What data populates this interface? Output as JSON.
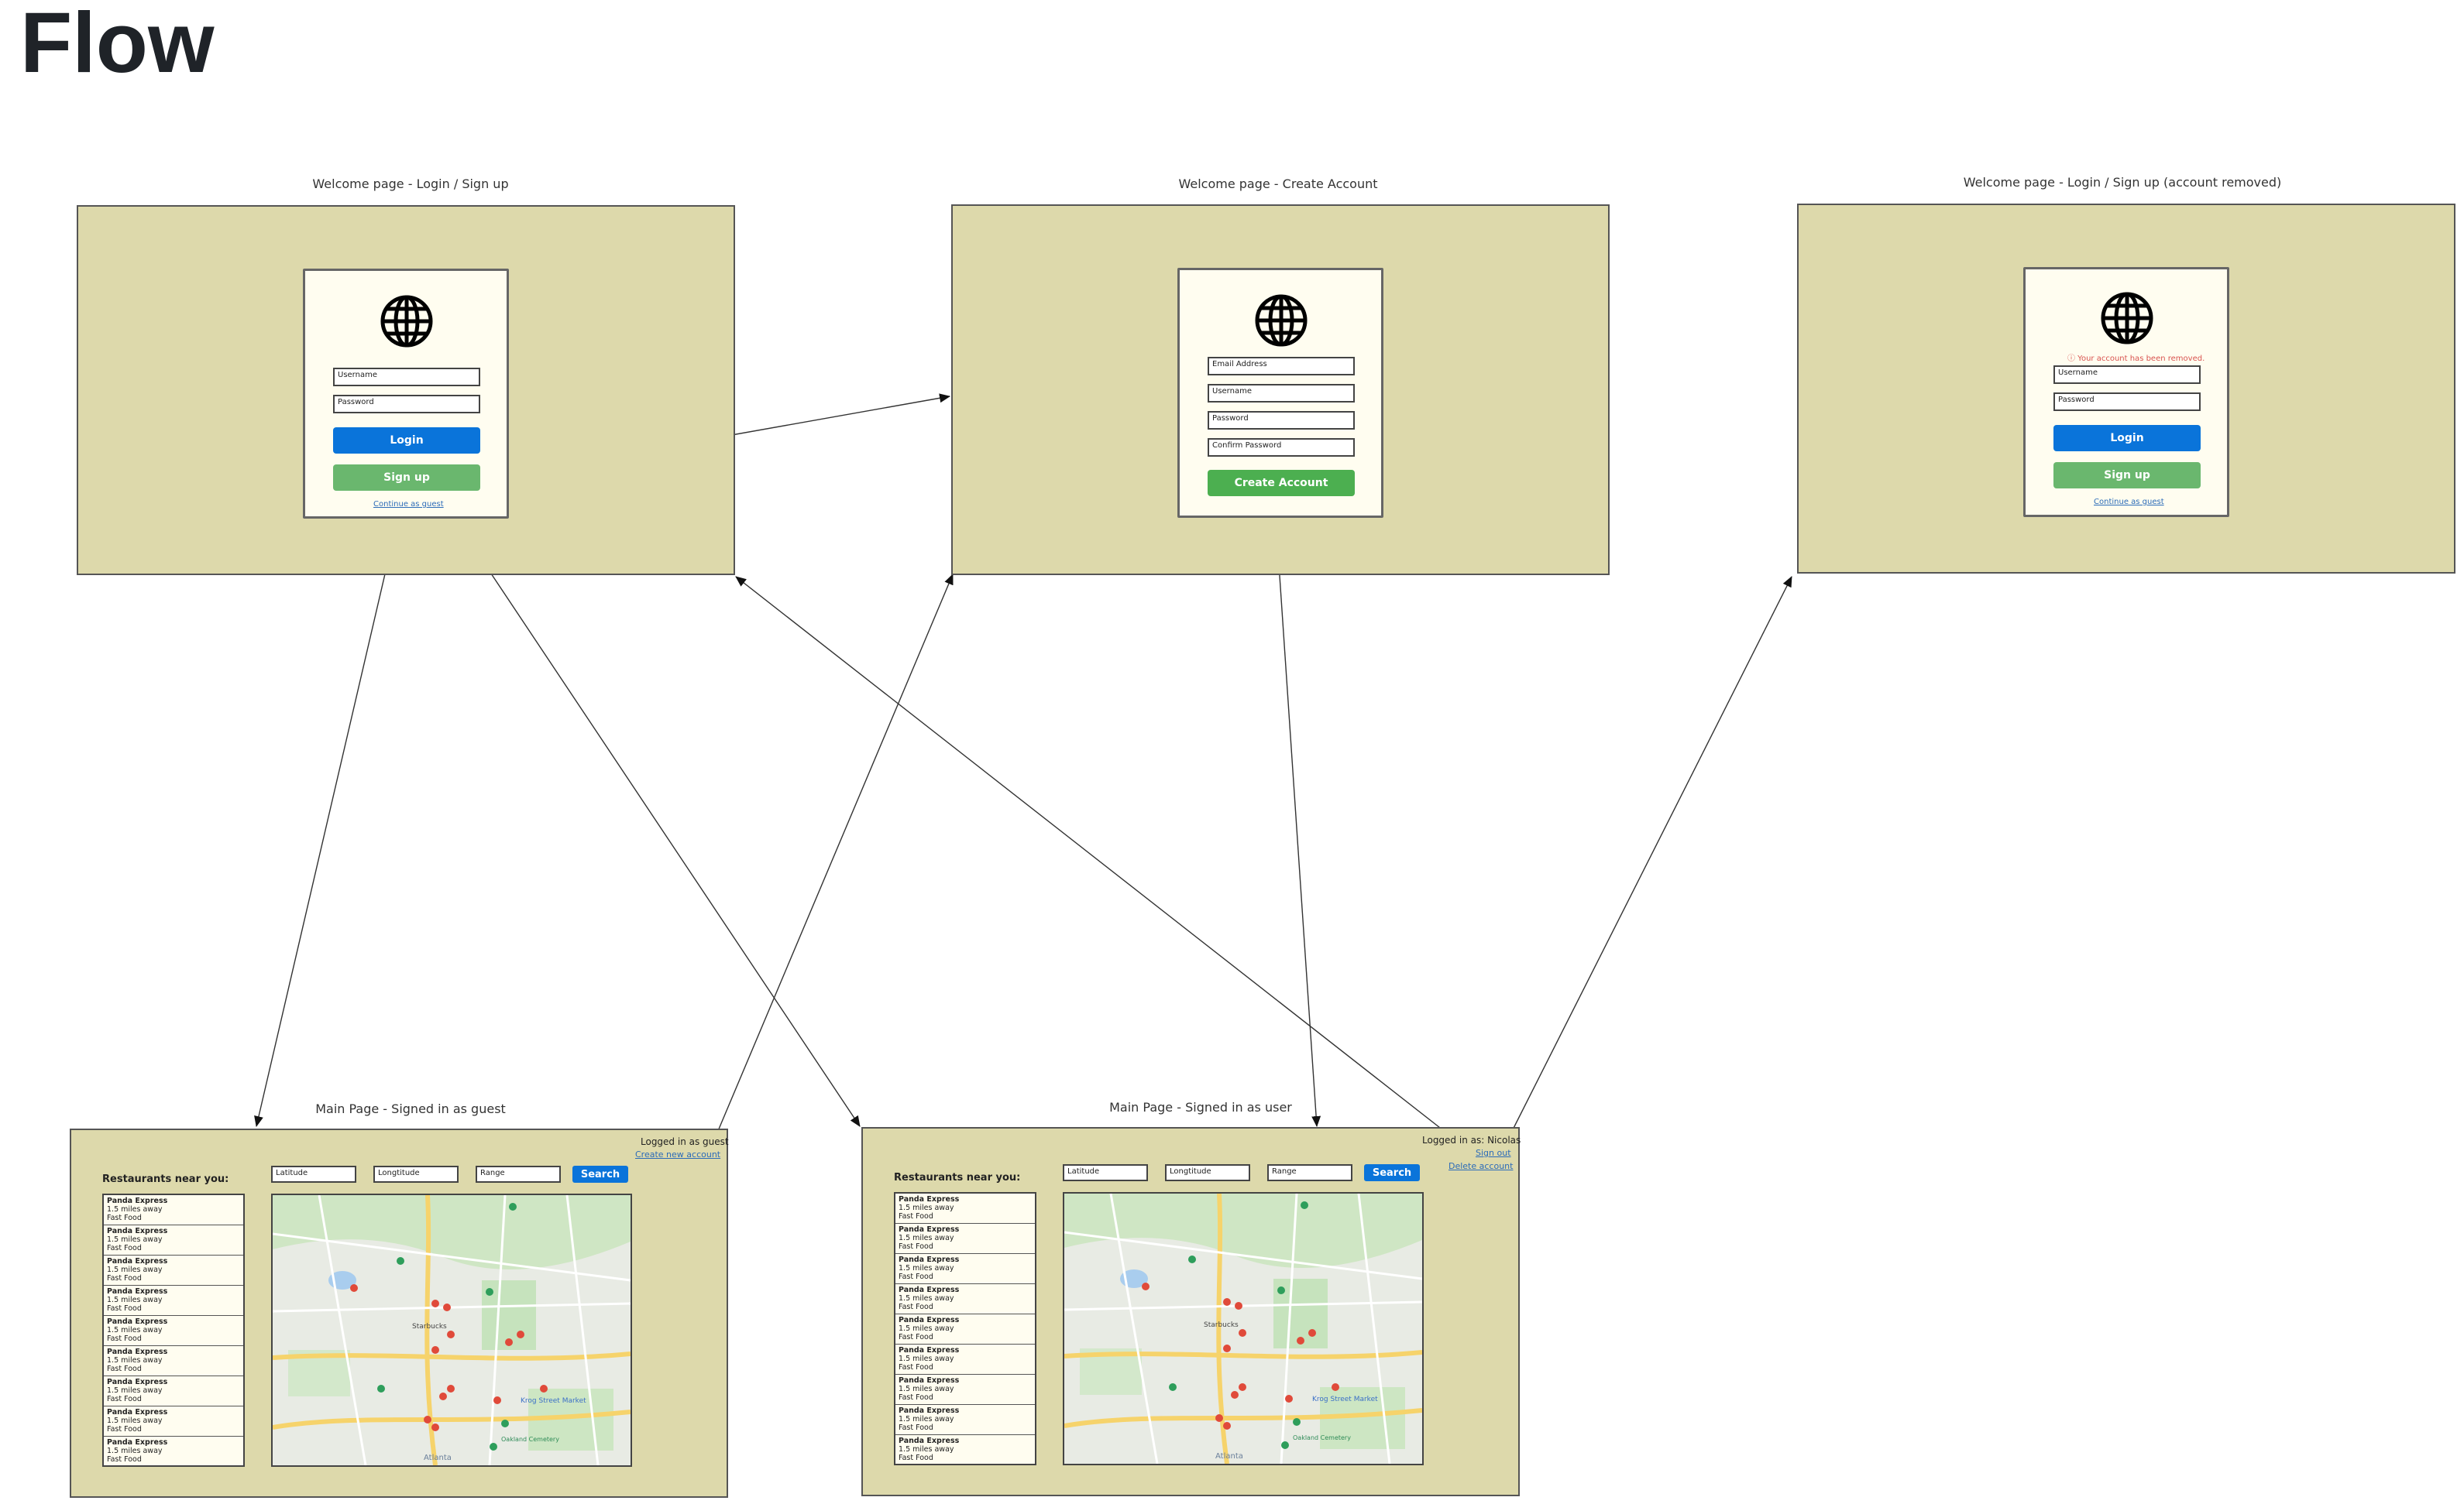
{
  "title": "Flow",
  "screens": {
    "login": {
      "caption": "Welcome page - Login / Sign up",
      "username_placeholder": "Username",
      "password_placeholder": "Password",
      "login_label": "Login",
      "signup_label": "Sign up",
      "guest_link": "Continue as guest"
    },
    "create": {
      "caption": "Welcome page - Create Account",
      "email_placeholder": "Email Address",
      "username_placeholder": "Username",
      "password_placeholder": "Password",
      "confirm_placeholder": "Confirm Password",
      "create_label": "Create Account"
    },
    "removed": {
      "caption": "Welcome page - Login / Sign up (account removed)",
      "error": "ⓘ Your account has been removed.",
      "username_placeholder": "Username",
      "password_placeholder": "Password",
      "login_label": "Login",
      "signup_label": "Sign up",
      "guest_link": "Continue as guest"
    },
    "main_guest": {
      "caption": "Main Page - Signed in as guest",
      "status": "Logged in as guest",
      "create_link": "Create new account",
      "heading": "Restaurants near you:",
      "latitude": "Latitude",
      "longitude": "Longtitude",
      "range": "Range",
      "search_label": "Search"
    },
    "main_user": {
      "caption": "Main Page - Signed in as user",
      "status": "Logged in as: Nicolas",
      "signout_link": "Sign out",
      "delete_link": "Delete account",
      "heading": "Restaurants near you:",
      "latitude": "Latitude",
      "longitude": "Longtitude",
      "range": "Range",
      "search_label": "Search"
    }
  },
  "restaurants": [
    {
      "name": "Panda Express",
      "distance": "1.5 miles away",
      "type": "Fast Food"
    },
    {
      "name": "Panda Express",
      "distance": "1.5 miles away",
      "type": "Fast Food"
    },
    {
      "name": "Panda Express",
      "distance": "1.5 miles away",
      "type": "Fast Food"
    },
    {
      "name": "Panda Express",
      "distance": "1.5 miles away",
      "type": "Fast Food"
    },
    {
      "name": "Panda Express",
      "distance": "1.5 miles away",
      "type": "Fast Food"
    },
    {
      "name": "Panda Express",
      "distance": "1.5 miles away",
      "type": "Fast Food"
    },
    {
      "name": "Panda Express",
      "distance": "1.5 miles away",
      "type": "Fast Food"
    },
    {
      "name": "Panda Express",
      "distance": "1.5 miles away",
      "type": "Fast Food"
    },
    {
      "name": "Panda Express",
      "distance": "1.5 miles away",
      "type": "Fast Food"
    }
  ],
  "map_labels": [
    "Starbucks",
    "Atlanta",
    "Krog Street Market",
    "Oakland Cemetery"
  ],
  "colors": {
    "frame": "#ddd9ab",
    "card": "#fffdf0",
    "primary": "#0a74da",
    "success": "#6ab76e",
    "error": "#d9534f"
  },
  "icons": [
    "globe-icon",
    "map-pin-icon"
  ]
}
